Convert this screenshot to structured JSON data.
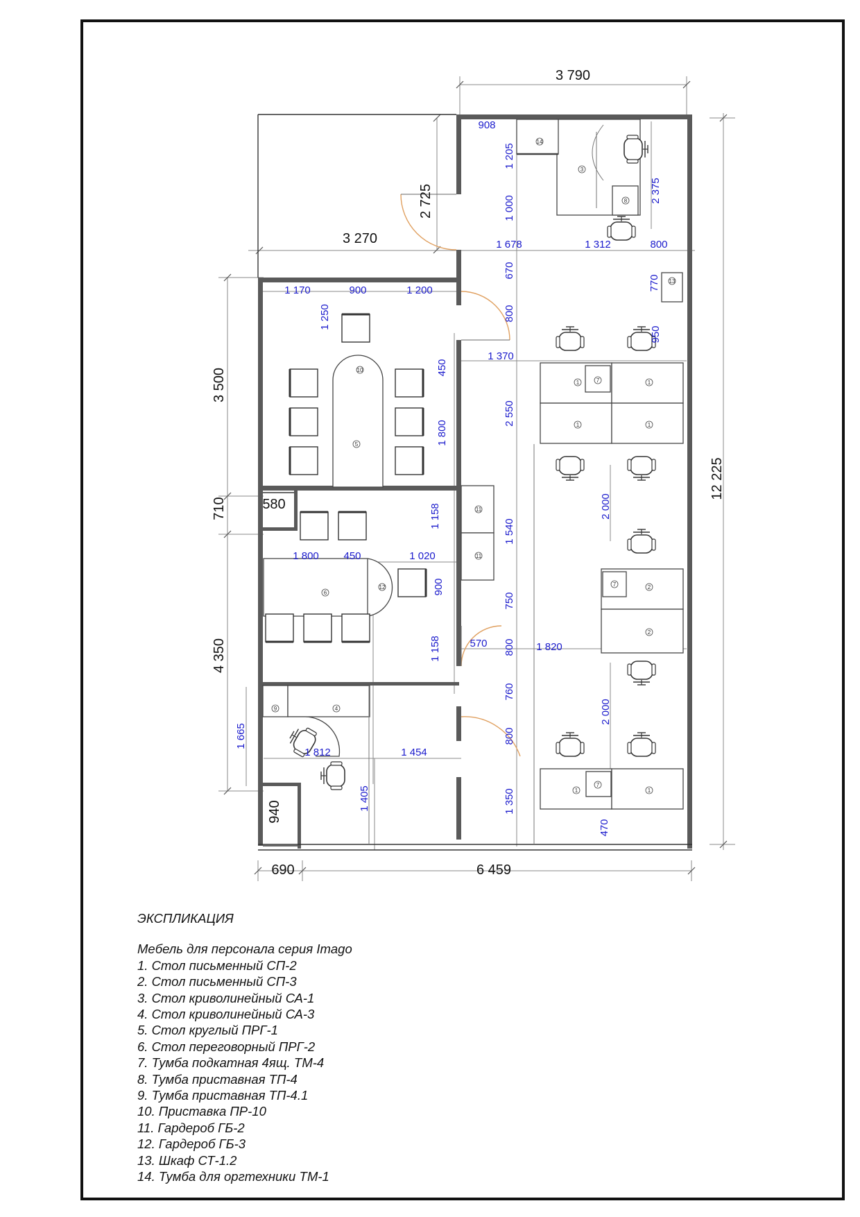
{
  "dimensions": {
    "top_overall": "3 790",
    "left_room_width": "3 270",
    "vestibule_height": "2 725",
    "right_total_height": "12 225",
    "meeting_room_height": "3 500",
    "small_gap": "710",
    "lower_block_height": "4 350",
    "bottom_left": "690",
    "bottom_total": "6 459",
    "d580": "580",
    "d940": "940"
  },
  "blue_dimensions": {
    "d908": "908",
    "d1205": "1 205",
    "d1000": "1 000",
    "d2375": "2 375",
    "d1678": "1 678",
    "d1312": "1 312",
    "d800a": "800",
    "d670": "670",
    "d770": "770",
    "d1170": "1 170",
    "d900a": "900",
    "d1200": "1 200",
    "d1250": "1 250",
    "d800b": "800",
    "d950": "950",
    "d450a": "450",
    "d1370": "1 370",
    "d2550": "2 550",
    "d1800a": "1 800",
    "d1158a": "1 158",
    "d1540": "1 540",
    "d2000a": "2 000",
    "d1800b": "1 800",
    "d450b": "450",
    "d1020": "1 020",
    "d900b": "900",
    "d750": "750",
    "d1158b": "1 158",
    "d570": "570",
    "d800c": "800",
    "d1820": "1 820",
    "d760": "760",
    "d2000b": "2 000",
    "d1665": "1 665",
    "d800d": "800",
    "d1812": "1 812",
    "d1454": "1 454",
    "d1405": "1 405",
    "d1350": "1 350",
    "d470": "470"
  },
  "markers": {
    "m1": "1",
    "m2": "2",
    "m3": "3",
    "m4": "4",
    "m5": "5",
    "m6": "6",
    "m7": "7",
    "m8": "8",
    "m9": "9",
    "m10": "10",
    "m11": "11",
    "m12": "12",
    "m13": "13",
    "m14": "14"
  },
  "legend": {
    "title": "ЭКСПЛИКАЦИЯ",
    "series": "Мебель для персонала серия Imago",
    "items": [
      "1.  Стол письменный СП-2",
      "2.  Стол письменный СП-3",
      "3.  Стол криволинейный СА-1",
      "4.  Стол криволинейный СА-3",
      "5.  Стол круглый ПРГ-1",
      "6.  Стол переговорный ПРГ-2",
      "7.  Тумба подкатная 4ящ. ТМ-4",
      "8.  Тумба приставная ТП-4",
      "9.  Тумба приставная ТП-4.1",
      "10. Приставка ПР-10",
      "11. Гардероб ГБ-2",
      "12. Гардероб ГБ-3",
      "13. Шкаф СТ-1.2",
      "14. Тумба для оргтехники ТМ-1"
    ]
  },
  "colors": {
    "wall": "#5a5a5a",
    "dimension_blue": "#1a1acc",
    "door_arc": "#e0a060",
    "line": "#555555"
  }
}
